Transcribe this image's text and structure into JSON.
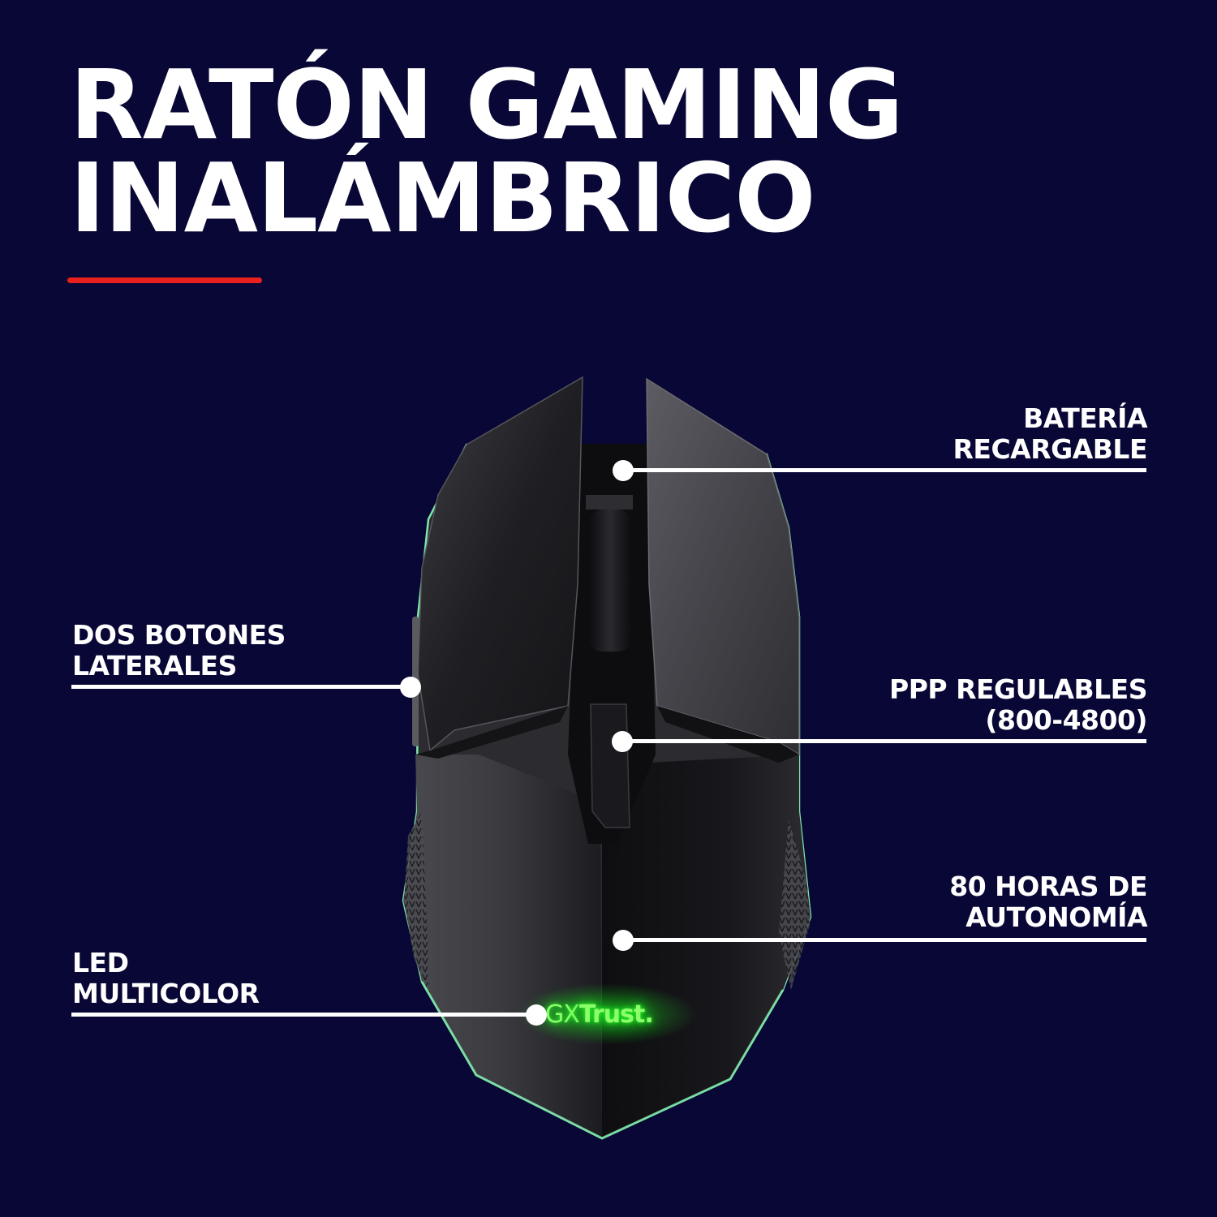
{
  "header": {
    "title_line1": "RATÓN GAMING",
    "title_line2": "INALÁMBRICO",
    "accent_color": "#e8201e"
  },
  "product": {
    "brand_prefix": "GX",
    "brand_name": "Trust.",
    "led_color": "#3cff3a",
    "edge_glow_color": "#7fe6a8",
    "body_color": "#2a2a2e"
  },
  "callouts": [
    {
      "id": "battery",
      "side": "right",
      "line1": "BATERÍA",
      "line2": "RECARGABLE"
    },
    {
      "id": "side-buttons",
      "side": "left",
      "line1": "DOS BOTONES",
      "line2": "LATERALES"
    },
    {
      "id": "dpi",
      "side": "right",
      "line1": "PPP REGULABLES",
      "line2": "(800-4800)"
    },
    {
      "id": "autonomy",
      "side": "right",
      "line1": "80 HORAS DE",
      "line2": "AUTONOMÍA"
    },
    {
      "id": "led",
      "side": "left",
      "line1": "LED",
      "line2": "MULTICOLOR"
    }
  ],
  "theme": {
    "background": "#080735",
    "text": "#ffffff"
  }
}
